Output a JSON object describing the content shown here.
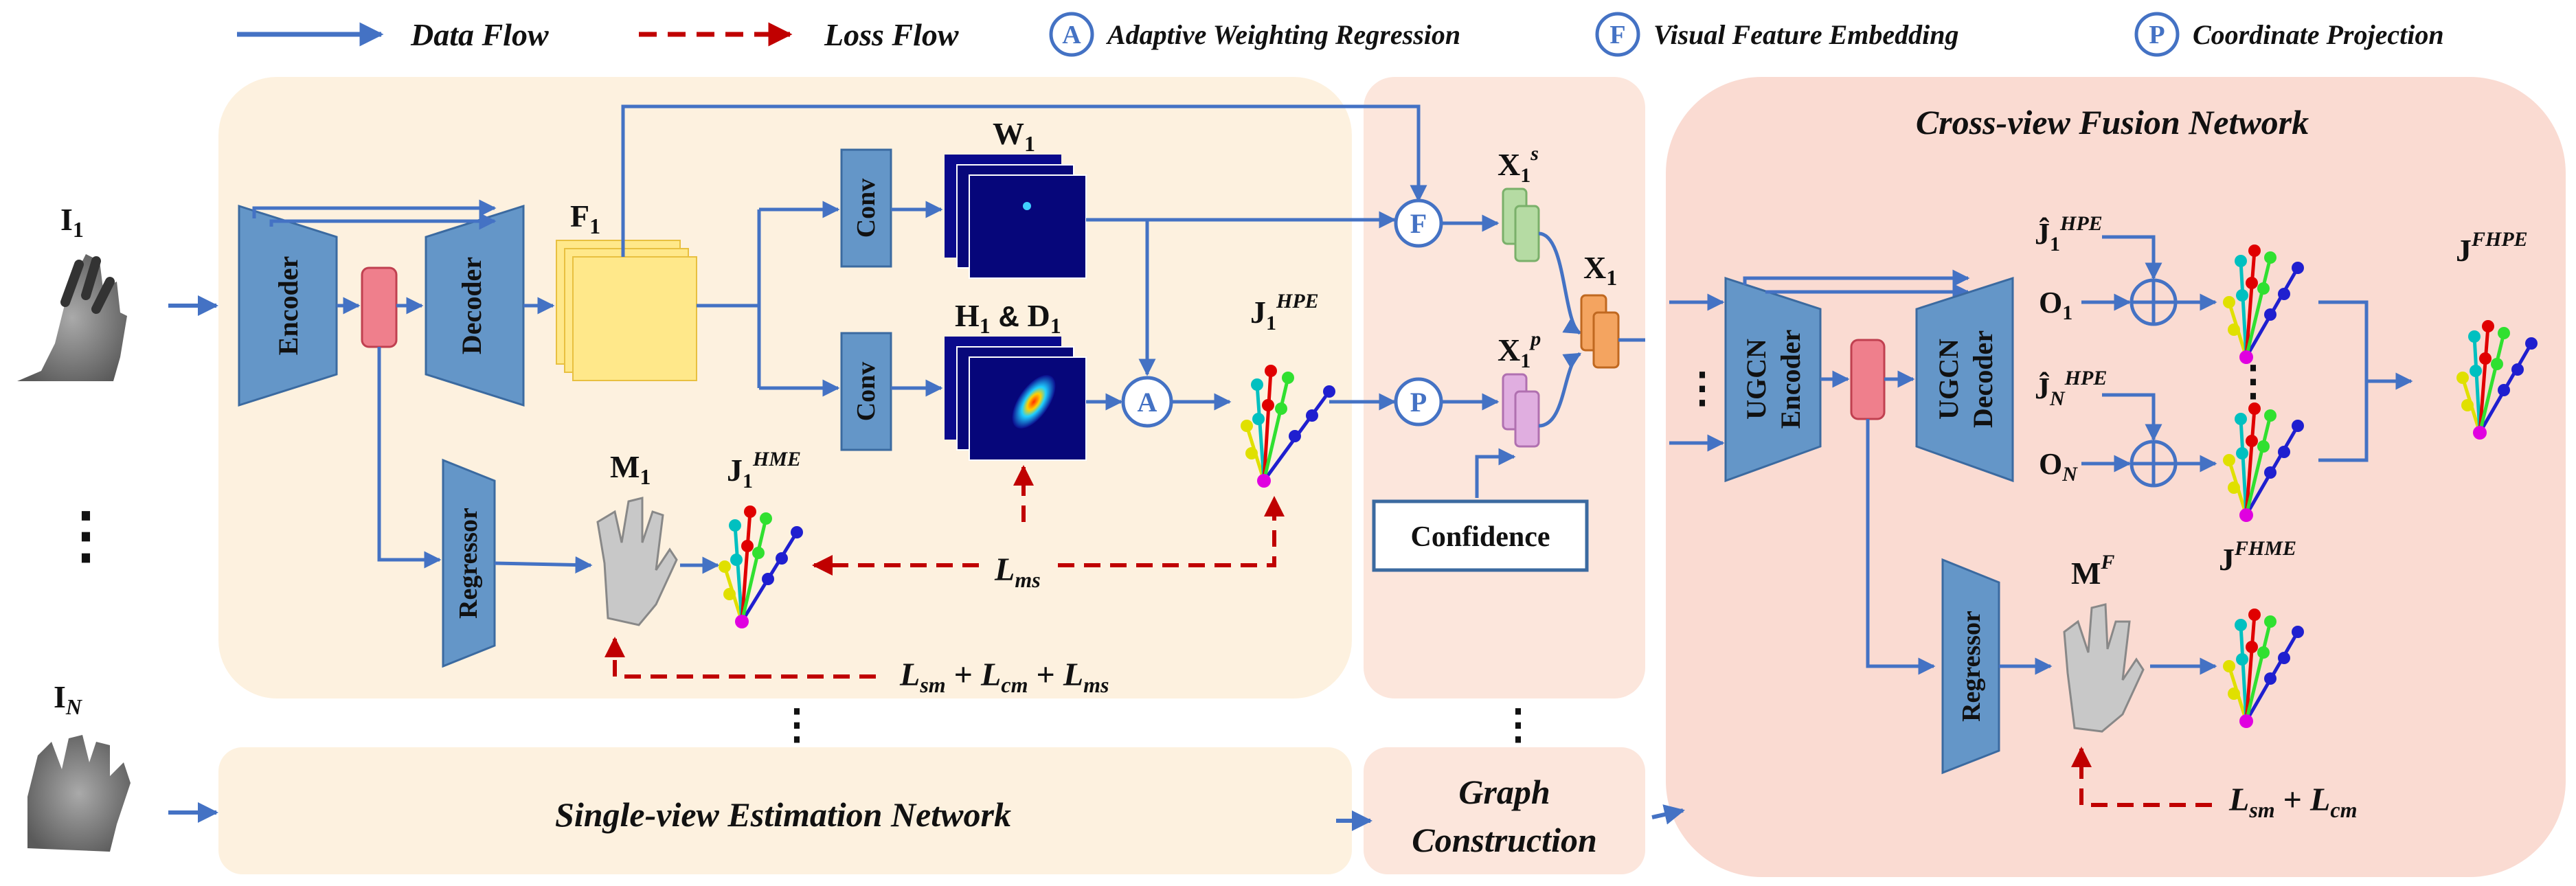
{
  "legend": {
    "data_flow": "Data Flow",
    "loss_flow": "Loss Flow",
    "A": {
      "symbol": "A",
      "label": "Adaptive Weighting Regression"
    },
    "F": {
      "symbol": "F",
      "label": "Visual Feature Embedding"
    },
    "P": {
      "symbol": "P",
      "label": "Coordinate Projection"
    }
  },
  "inputs": {
    "first": "I",
    "first_sub": "1",
    "last": "I",
    "last_sub": "N",
    "dots": "⋮"
  },
  "single_view": {
    "title": "Single-view Estimation Network",
    "encoder": "Encoder",
    "decoder": "Decoder",
    "regressor": "Regressor",
    "conv_top": "Conv",
    "conv_bottom": "Conv",
    "F1": {
      "base": "F",
      "sub": "1"
    },
    "W1": {
      "base": "W",
      "sub": "1"
    },
    "HD": {
      "h": "H",
      "h_sub": "1",
      "amp": " & ",
      "d": "D",
      "d_sub": "1"
    },
    "M1": {
      "base": "M",
      "sub": "1"
    },
    "J_HME": {
      "base": "J",
      "sub": "1",
      "sup": "HME"
    },
    "J_HPE": {
      "base": "J",
      "sub": "1",
      "sup": "HPE"
    },
    "loss_ms": {
      "base": "L",
      "sub": "ms"
    },
    "loss_total": {
      "l1": "L",
      "s1": "sm",
      "plus1": " + ",
      "l2": "L",
      "s2": "cm",
      "plus2": " + ",
      "l3": "L",
      "s3": "ms"
    }
  },
  "graph": {
    "title_line1": "Graph",
    "title_line2": "Construction",
    "confidence": "Confidence",
    "Xs": {
      "base": "X",
      "sub": "1",
      "sup": "s"
    },
    "Xp": {
      "base": "X",
      "sub": "1",
      "sup": "p"
    },
    "X1": {
      "base": "X",
      "sub": "1"
    }
  },
  "fusion": {
    "title": "Cross-view Fusion Network",
    "ugcn_encoder_line1": "UGCN",
    "ugcn_encoder_line2": "Encoder",
    "ugcn_decoder_line1": "UGCN",
    "ugcn_decoder_line2": "Decoder",
    "regressor": "Regressor",
    "j1hat": {
      "base": "Ĵ",
      "sub": "1",
      "sup": "HPE"
    },
    "jNhat": {
      "base": "Ĵ",
      "sub": "N",
      "sup": "HPE"
    },
    "O1": {
      "base": "O",
      "sub": "1"
    },
    "ON": {
      "base": "O",
      "sub": "N"
    },
    "JF_HPE": {
      "base": "J",
      "sup": "FHPE"
    },
    "JF_HME": {
      "base": "J",
      "sup": "FHME"
    },
    "MF": {
      "base": "M",
      "sup": "F"
    },
    "loss": {
      "l1": "L",
      "s1": "sm",
      "plus": " + ",
      "l2": "L",
      "s2": "cm"
    }
  },
  "colors": {
    "arrow_blue": "#4472c4",
    "loss_red": "#c00000",
    "single_view_bg": "#fdf1df",
    "graph_bg": "#fce6dc",
    "fusion_bg": "#fadbd2",
    "block_blue": "#6496c8",
    "feature_yellow": "#ffe88a",
    "node_green": "#b5dba3",
    "node_purple": "#e0aee0",
    "node_orange": "#f4a460",
    "latent_pink": "#ef7f8c"
  }
}
